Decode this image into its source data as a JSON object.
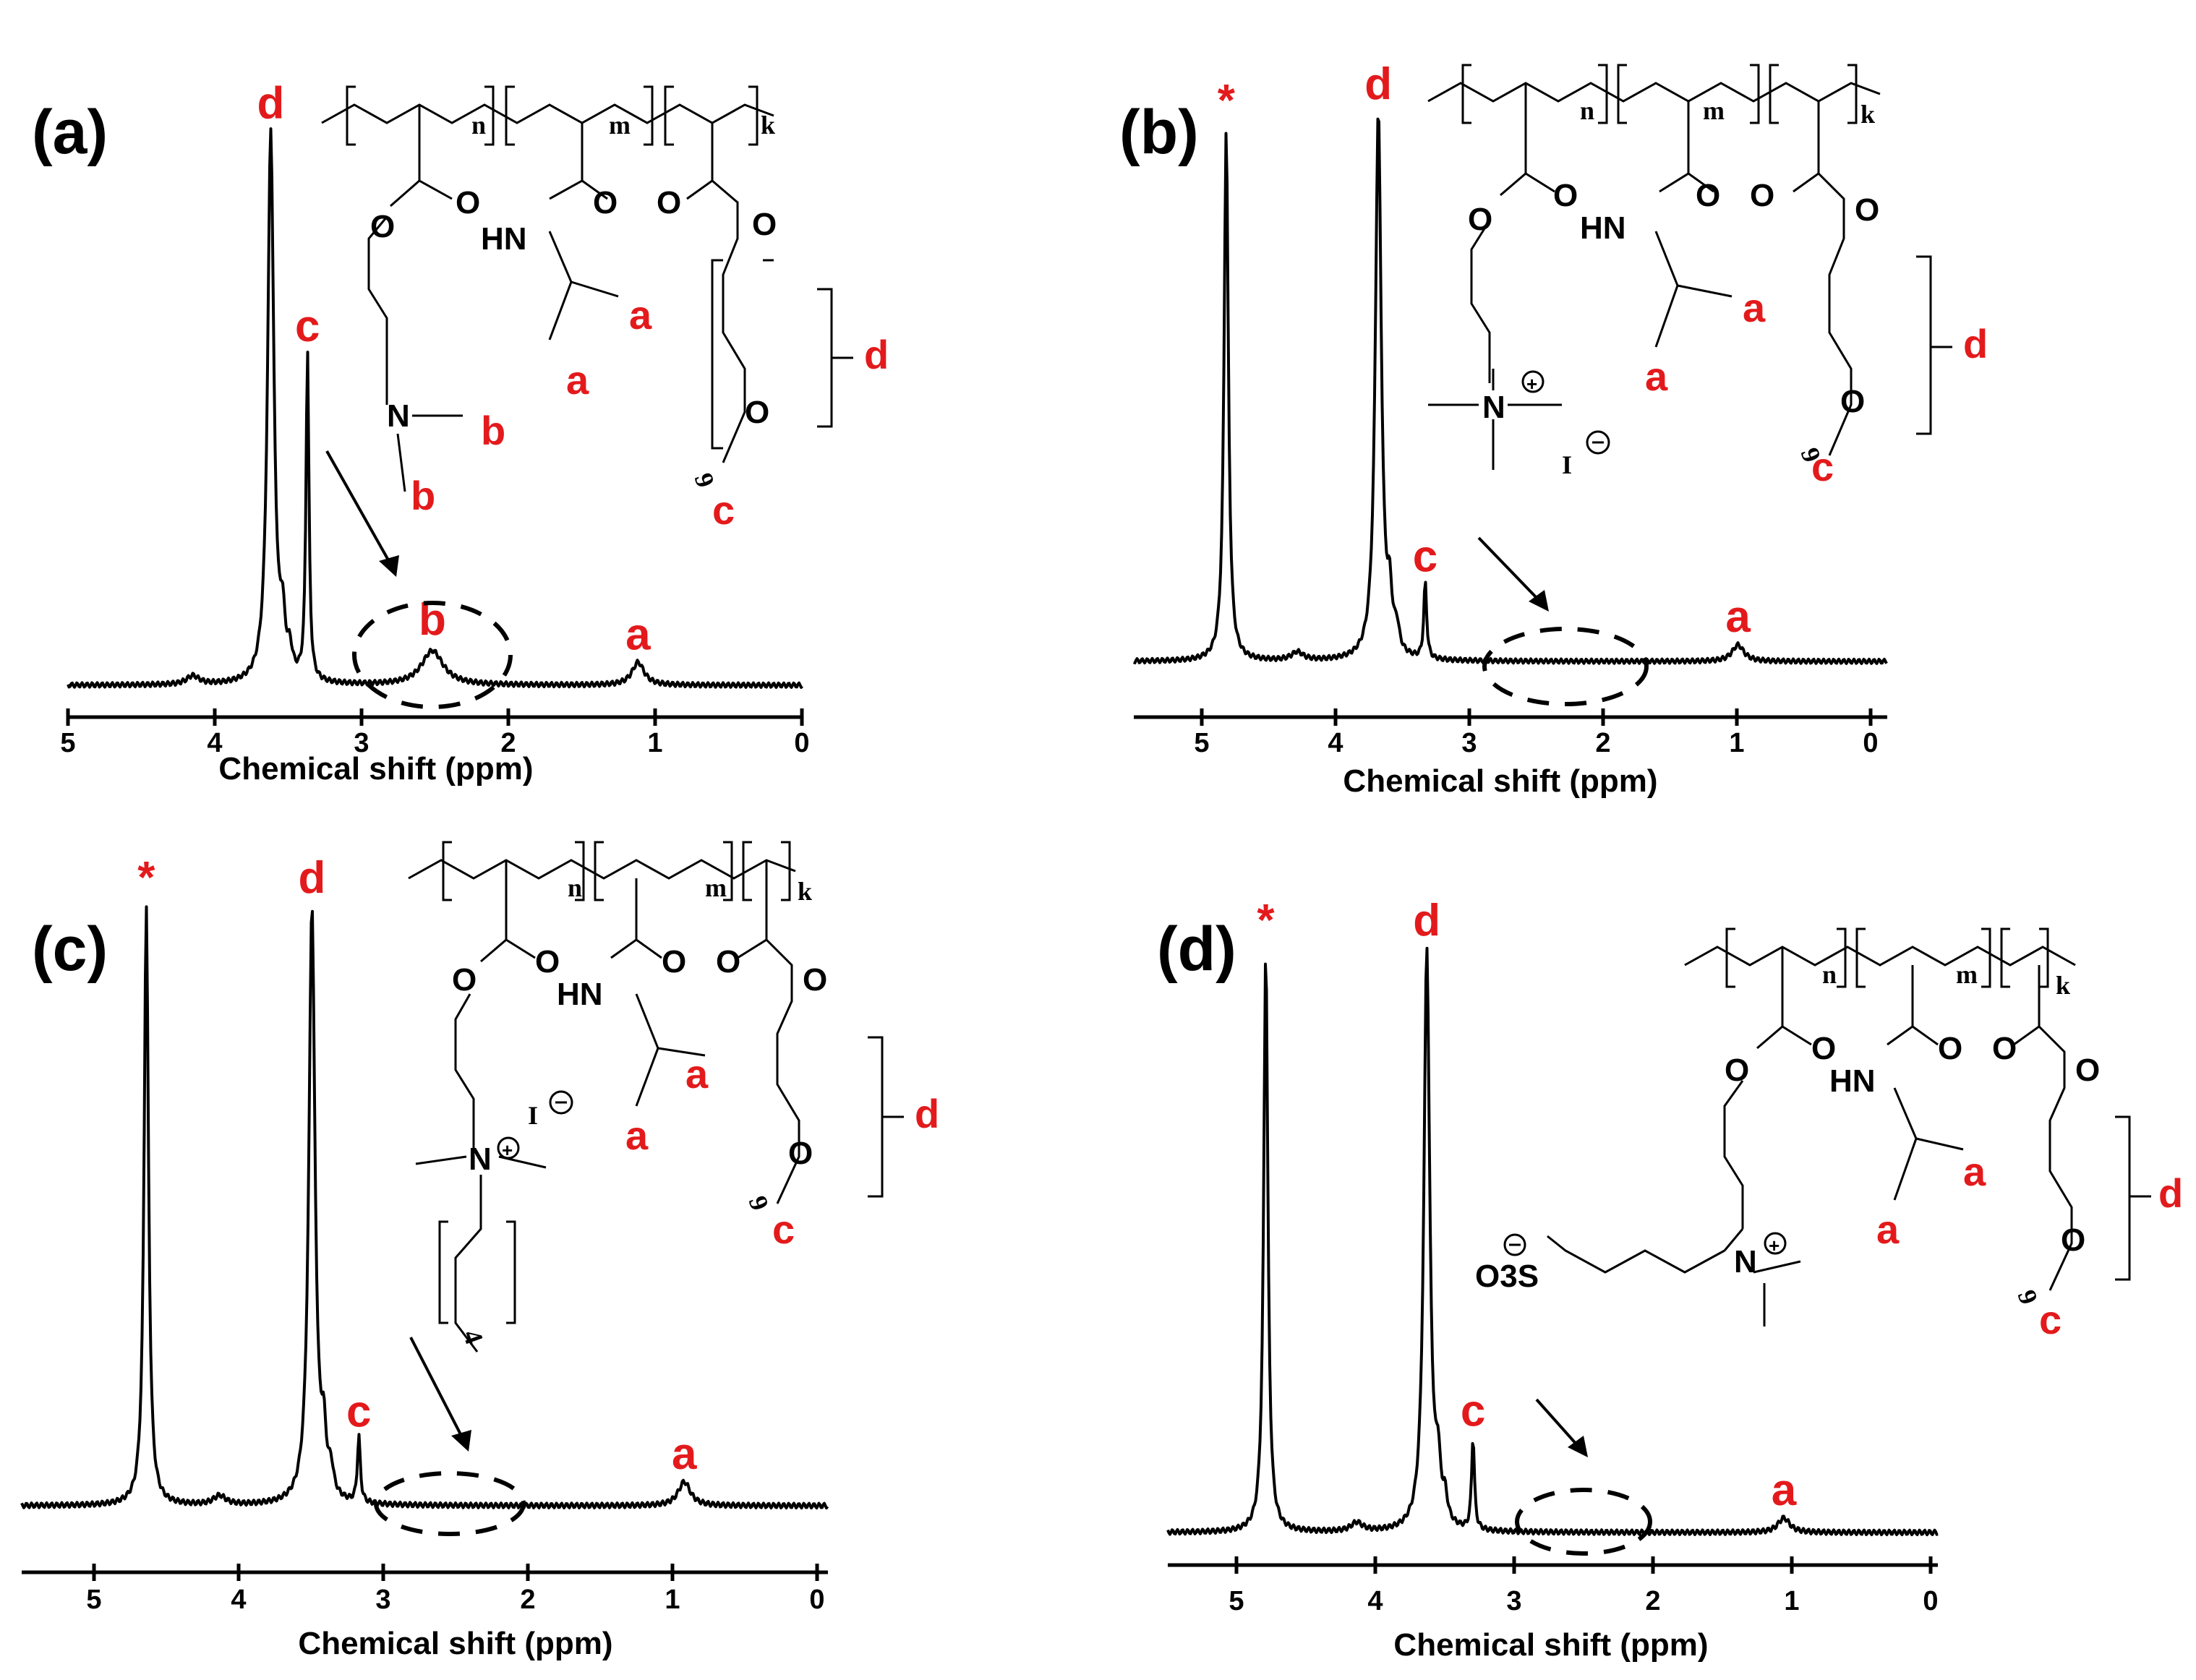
{
  "colors": {
    "label": "#e31a1c",
    "trace": "#000000"
  },
  "chart_data": [
    {
      "type": "line",
      "panel": "(a)",
      "xlabel": "Chemical shift (ppm)",
      "xlim": [
        5,
        0
      ],
      "xticks": [
        "5",
        "4",
        "3",
        "2",
        "1",
        "0"
      ],
      "peaks": [
        {
          "label": "d",
          "shift": 3.62,
          "height": 0.97
        },
        {
          "label": "c",
          "shift": 3.37,
          "height": 0.58
        },
        {
          "label": "b",
          "shift": 2.52,
          "height": 0.06
        },
        {
          "label": "a",
          "shift": 1.12,
          "height": 0.04
        }
      ],
      "structure_labels": [
        "n",
        "m",
        "k",
        "a",
        "a",
        "b",
        "b",
        "c",
        "d",
        "9"
      ]
    },
    {
      "type": "line",
      "panel": "(b)",
      "xlabel": "Chemical shift (ppm)",
      "xlim": [
        5.3,
        0
      ],
      "xticks": [
        "5",
        "4",
        "3",
        "2",
        "1",
        "0"
      ],
      "peaks": [
        {
          "label": "*",
          "shift": 4.65,
          "height": 0.97
        },
        {
          "label": "d",
          "shift": 3.58,
          "height": 1.0
        },
        {
          "label": "c",
          "shift": 3.25,
          "height": 0.14
        },
        {
          "label": "a",
          "shift": 1.05,
          "height": 0.03
        }
      ],
      "structure_labels": [
        "n",
        "m",
        "k",
        "a",
        "a",
        "c",
        "d",
        "9",
        "I"
      ]
    },
    {
      "type": "line",
      "panel": "(c)",
      "xlabel": "Chemical shift  (ppm)",
      "xlim": [
        5.5,
        0
      ],
      "xticks": [
        "5",
        "4",
        "3",
        "2",
        "1",
        "0"
      ],
      "peaks": [
        {
          "label": "*",
          "shift": 4.65,
          "height": 1.0
        },
        {
          "label": "d",
          "shift": 3.52,
          "height": 1.0
        },
        {
          "label": "c",
          "shift": 3.2,
          "height": 0.11
        },
        {
          "label": "a",
          "shift": 0.98,
          "height": 0.04
        }
      ],
      "structure_labels": [
        "n",
        "m",
        "k",
        "a",
        "a",
        "c",
        "d",
        "9",
        "4",
        "I"
      ]
    },
    {
      "type": "line",
      "panel": "(d)",
      "xlabel": "Chemical shift (ppm)",
      "xlim": [
        5.5,
        0
      ],
      "xticks": [
        "5",
        "4",
        "3",
        "2",
        "1",
        "0"
      ],
      "peaks": [
        {
          "label": "*",
          "shift": 4.8,
          "height": 1.0
        },
        {
          "label": "d",
          "shift": 3.65,
          "height": 1.0
        },
        {
          "label": "c",
          "shift": 3.32,
          "height": 0.16
        },
        {
          "label": "a",
          "shift": 1.1,
          "height": 0.025
        }
      ],
      "structure_labels": [
        "n",
        "m",
        "k",
        "a",
        "a",
        "c",
        "d",
        "9",
        "O3S"
      ]
    }
  ]
}
